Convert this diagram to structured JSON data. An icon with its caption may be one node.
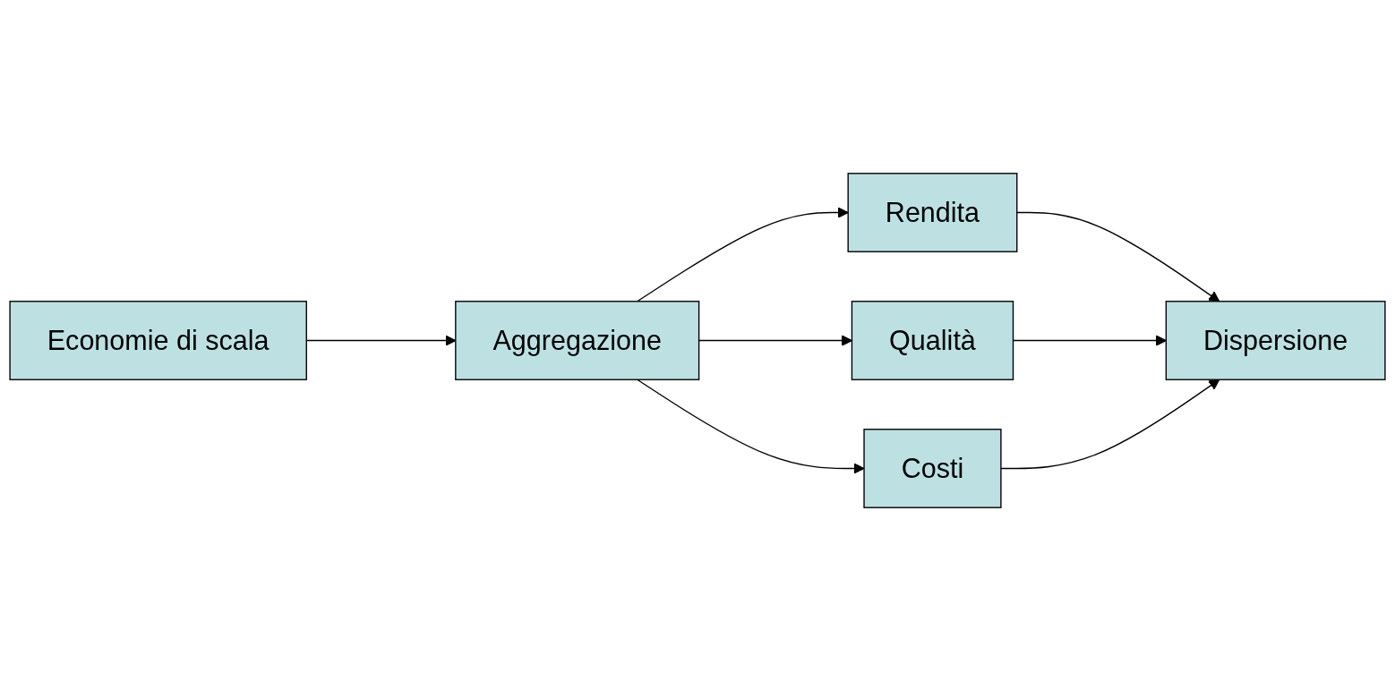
{
  "diagram": {
    "nodes": [
      {
        "text": [
          "Economie di scala"
        ]
      },
      {
        "text": [
          "Aggregazione"
        ]
      },
      {
        "text": [
          "Rendita"
        ]
      },
      {
        "text": [
          "Qualità"
        ]
      },
      {
        "text": [
          "Costi"
        ]
      },
      {
        "text": [
          "Dispersione"
        ]
      }
    ],
    "edges": [
      {
        "from": 0,
        "to": 1,
        "arrow": "to"
      },
      {
        "from": 1,
        "to": 2,
        "arrow": "to"
      },
      {
        "from": 1,
        "to": 3,
        "arrow": "to"
      },
      {
        "from": 1,
        "to": 4,
        "arrow": "to"
      },
      {
        "from": 2,
        "to": 5,
        "arrow": "to"
      },
      {
        "from": 3,
        "to": 5,
        "arrow": "to"
      },
      {
        "from": 4,
        "to": 5,
        "arrow": "to"
      }
    ]
  }
}
